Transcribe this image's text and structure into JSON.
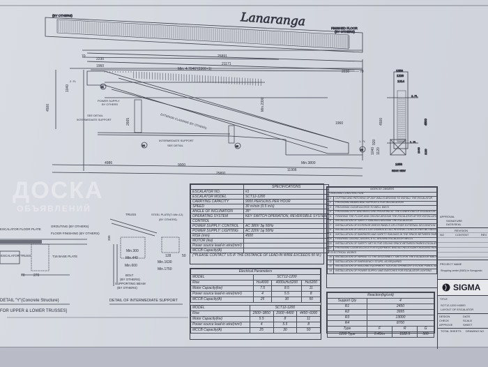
{
  "handwriting": "Lanaranga",
  "watermark": {
    "line1": "ДОСКА",
    "line2": "ОБЪЯВЛЕНИЙ"
  },
  "drawing": {
    "top_view": {
      "by_others": "(BY OTHERS)",
      "finished_floor": "FINISHED FLOOR",
      "by_others2": "(BY OTHERS)"
    },
    "dims": {
      "d70a": "70",
      "d2230a": "2230",
      "d25891": "25891",
      "d1960": "1960",
      "d21171": "21171",
      "min_formula": "Min. 4.7046*(2300+1)",
      "d2230b": "2230",
      "d70b": "70",
      "d4500": "4500",
      "d1040": "1040",
      "d4986": "4986",
      "d9000": "9000",
      "d25891b": "25891",
      "d11906": "11906",
      "min3800": "Min.3800",
      "min2300": "Min.2300",
      "d1960b": "1960",
      "d4500b": "4500",
      "d920": "920",
      "d1040b": "1040",
      "d1120": "1120",
      "d2665": "2665"
    },
    "labels": {
      "power_supply": "POWER SUPPLY",
      "by_others": "BY OTHERS",
      "see_detail": "SEE DETAIL",
      "intermediate_support": "INTERMEDIATE SUPPORT",
      "exterior_cladding": "EXTERIOR CLADDING (BY OTHERS)",
      "intermediate_support2": "INTERMEDIATE SUPPORT",
      "see_detail2": "SEE DETAIL",
      "fl2": "2. FL",
      "fl1": "1. FL",
      "c01": "01",
      "c04": "04",
      "c05": "05",
      "c06": "06"
    },
    "rear_view": {
      "w1556": "1556",
      "w1226": "1226",
      "w1014": "1014",
      "fl2": "2. FL",
      "fl1": "1. FL",
      "h4500": "4500",
      "h1040": "1040",
      "h1120": "1120",
      "w1656": "1656",
      "title": "REAR VIEW"
    },
    "detail_y": {
      "evaporator_plate": "ESCALATOR FLOOR PLATE",
      "grouting": "GROUTING (BY OTHERS)",
      "floor_finishing": "FLOOR FINISHING (BY OTHERS)",
      "escalator_truss": "ESCALATOR TRUSS",
      "base_plate": "T16 BASE PLATE",
      "d70": "70",
      "d270": "270",
      "title": "DETAIL \"Y\"(Concrete Structure)",
      "subtitle": "FOR UPPER & LOWER TRUSSES]"
    },
    "detail_support": {
      "truss": "TRUSS",
      "steel_plate": "STEEL PLATE(T=Min.12)",
      "by_others": "(BY OTHERS)",
      "d200": "200",
      "min300": "Min.300",
      "min440": "Min.440",
      "min600": "Min.600",
      "bolt": "BOLT",
      "by_others2": "(BY OTHERS)",
      "supporting_beam": "SUPPORTING BEAM",
      "by_others3": "(BY OTHERS)",
      "d128": "128",
      "d50": "50",
      "min1630": "Min.1630",
      "min1750": "Min.1750",
      "title": "DETAIL OF INTERMEDIATE SUPPORT"
    }
  },
  "specifications": {
    "title": "SPECIFICATIONS",
    "rows": [
      [
        "ESCALATOR NO.",
        "#1"
      ],
      [
        "ESCALATOR MODEL",
        "SCT12-1200"
      ],
      [
        "CARRYING CAPACITY",
        "9000 PERSONS PER HOUR"
      ],
      [
        "SPEED",
        "30 m/min (0.5 m/s)"
      ],
      [
        "ANGLE OF INCLINATION",
        "35°"
      ],
      [
        "OPERATING SYSTEM",
        "KEY SWITCH OPERATION, REVERSIBLE SYSTEM"
      ],
      [
        "CONTROL",
        ""
      ],
      [
        "POWER SUPPLY: CONTROL",
        "AC 380V 3φ 50Hz"
      ],
      [
        "POWER SUPPLY: LIGHTING",
        "AC 220V 1φ 50Hz"
      ],
      [
        "RISE (mm)",
        "4500"
      ],
      [
        "MOTOR (kw)",
        ""
      ],
      [
        "Power source lead-in wire(mm²)",
        ""
      ],
      [
        "MCCB Capacity(A)",
        ""
      ]
    ],
    "note": "(*PLEASE CONTACT US IF THE DISTANCE OF LEAD-IN WIRE EXCEEDS 50 M.)"
  },
  "electrical": {
    "title": "Electrical Parameters",
    "table1": {
      "model_label": "MODEL",
      "model": "SCT12-1200",
      "rise_label": "Rise",
      "cols": [
        "H≤4000",
        "4000≤H≤5200",
        "H≤5200"
      ],
      "rows": [
        [
          "Motor Capacity(kw)",
          "7.5",
          "8.5",
          "11"
        ],
        [
          "Power source lead-in wire(mm²)",
          "4",
          "5.5",
          "8"
        ],
        [
          "MCCB Capacity(A)",
          "25",
          "30",
          "50"
        ]
      ]
    },
    "table2": {
      "model_label": "MODEL",
      "model": "SCT12-1200",
      "rise_label": "Rise",
      "cols": [
        "2500~3850",
        "2900~4400",
        "4450~6000"
      ],
      "rows": [
        [
          "Motor Capacity(kw)",
          "5.5",
          "8",
          "11"
        ],
        [
          "Power source lead-in wire(mm²)",
          "4",
          "5.5",
          "8"
        ],
        [
          "MCCB Capacity(A)",
          "25",
          "30",
          "50"
        ]
      ]
    }
  },
  "work_by_owners": {
    "title": "WORK BY OWNERS",
    "section1": "* BUILDING CONSTRUCTION",
    "items1": [
      [
        "1",
        "CUTTING AND PATCHING OF ANY WALLS AROUND TO INSTALL THE ESCALATOR"
      ],
      [
        "2",
        "PROVIDING BEAMS AND SUPPORTS FOR INSTALLATION"
      ],
      [
        "3",
        "PROVIDING CLEAR ACCESS TO WELL WAYS"
      ],
      [
        "4",
        "PROVIDING A PIT AND MOISTURE-PROOFING AT THE LOWER END OF ESCALATOR. IF THERE ARE ROOMS OCCUPIED BELOW THIS LEVEL, THE PIT MUST BE OF FIRE-RESISTANT CONSTRUCTION."
      ],
      [
        "5",
        "FINISHING THE FLOOR AND CEILING AROUND THE ESCALATOR AFTER INSTALLATION"
      ],
      [
        "6",
        "INSTALLATION OF SAFETY RAILINGS AROUND THE ESCALATOR"
      ],
      [
        "7",
        "INSTALLATION OF EXTERIOR DRESS PANELS OR OTHER EXTERNAL DECORATION"
      ],
      [
        "8",
        "INSTALLATION OF DEFLECTOR GUARDS AT ALL INTERSECTIONS EITHER BETWEEN ESCALATORS, OR BETWEEN ESCALATOR AND CEILING"
      ],
      [
        "9",
        "INSTALLATION OF BARRIERS AND SAFETY RAILINGS IN THE SPACE BETWEEN PAIRED ESCALATORS"
      ],
      [
        "10",
        "FINISHING CEILING, DOORS, ETC. AROUND ESCALATOR WELLS"
      ],
      [
        "11",
        "INSTALLATION OF SAFETY NET IN THE CEILING SPACE BETWEEN PAIRED ESCALATORS, IF REQUIRED"
      ],
      [
        "12",
        "PROVIDING CLEAR ACCESS FOR EQUIPMENT AND ALL NECESSARY BUILDING RENOVATION WORK (EXISTING BUILDINGS) WHERE ESCALATORS ARE TO BE INSTALLED"
      ]
    ],
    "section2": "* ELECTRICAL WORKS",
    "items2": [
      [
        "10",
        "INSTALLATION OF WIRING TO THE DISCONNECT SWITCH IN THE ESCALATOR MACHINE ROOM"
      ],
      [
        "11",
        "INSTALLATION OF EMERGENCY STOPS, AS REQUIRED"
      ],
      [
        "12",
        "INSTALLATION OF BUILDING EQUIPMENT SUCH AS SPRINKLER SYSTEM, PUBLIC ADDRESS SYSTEMS AND EXIT SIGNS"
      ],
      [
        "14",
        "INSTALLATION OF POWER SUPPLY AND SWITCHES FOR ESCALATOR LIGHTING"
      ]
    ]
  },
  "reaction": {
    "title": "Reaction(kg/unit)",
    "header": [
      "Support Qty",
      "4"
    ],
    "rows": [
      [
        "R1",
        "2450"
      ],
      [
        "R2",
        "3995"
      ],
      [
        "R3",
        "13000"
      ],
      [
        "R4",
        "8700"
      ]
    ],
    "type_header": [
      "Type",
      "F",
      "R",
      "G"
    ],
    "type_row": [
      "1200 Type",
      "0.45/m",
      "1122.5",
      "500"
    ]
  },
  "title_block": {
    "approval": "APPROVAL",
    "approval_line1": "SIGNATURE",
    "approval_line2": "DATE/SEAL",
    "revision": "REVISION",
    "content": "CONTENT",
    "no": "NO",
    "rev": "REV",
    "project": "PROJECT NAME",
    "project_name": "Shopping center (BUD) in Sorogundo",
    "company": "SIGMA",
    "title": "TITLE",
    "title_value": "SCT12-1200 H4500",
    "title_sub": "LAYOUT OF ESCALATOR",
    "design": "DESIGN",
    "check": "CHECK",
    "approve": "APPROVE",
    "date": "DATE",
    "scale": "SCALE",
    "sheet": "SHEET",
    "total_sheets": "TOTAL SHEETS",
    "drawing_no": "DRAWING NO"
  }
}
